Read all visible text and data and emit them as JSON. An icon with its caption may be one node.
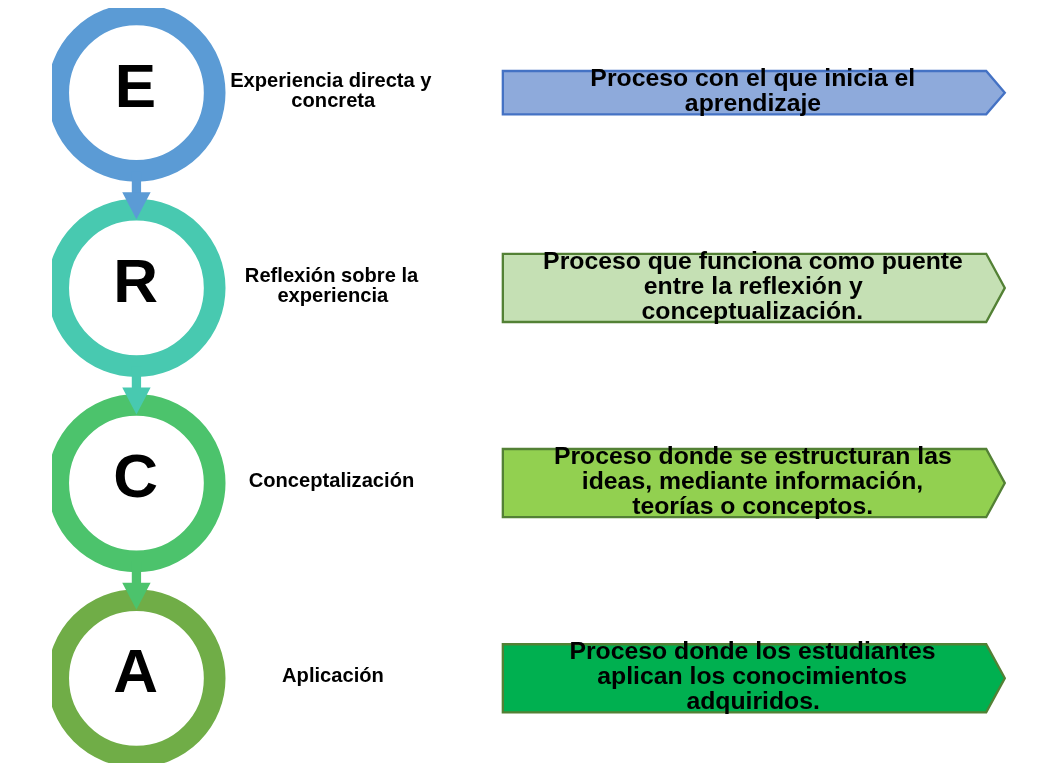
{
  "diagram": {
    "nodes": [
      {
        "text": [
          "E"
        ],
        "beside": [
          "Experiencia directa y concreta"
        ]
      },
      {
        "text": [
          "R"
        ],
        "beside": [
          "Reflexión sobre la experiencia"
        ]
      },
      {
        "text": [
          "C"
        ],
        "beside": [
          "Conceptalización"
        ]
      },
      {
        "text": [
          "A"
        ],
        "beside": [
          "Aplicación"
        ]
      },
      {
        "text": [
          "Proceso con el que inicia el aprendizaje"
        ]
      },
      {
        "text": [
          "Proceso que funciona como puente entre la reflexión y conceptualización."
        ]
      },
      {
        "text": [
          "Proceso donde se estructuran las ideas, mediante información, teorías o conceptos."
        ]
      },
      {
        "text": [
          "Proceso donde los estudiantes aplican los conocimientos adquiridos."
        ]
      }
    ],
    "edges": [
      {
        "from": 0,
        "to": 1,
        "arrow": "to",
        "color": "#5b9bd5"
      },
      {
        "from": 1,
        "to": 2,
        "arrow": "to",
        "color": "#48c9b0"
      },
      {
        "from": 2,
        "to": 3,
        "arrow": "to",
        "color": "#4cc36c"
      }
    ]
  }
}
